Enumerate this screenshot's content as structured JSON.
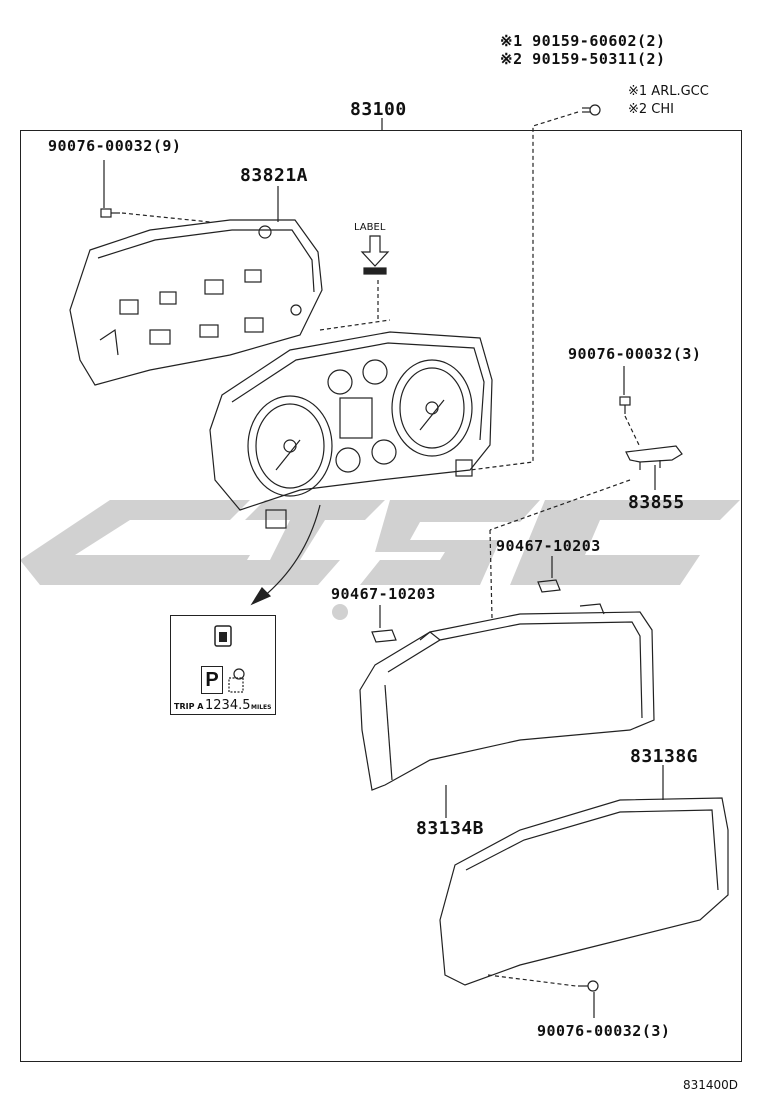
{
  "diagram_id": "831400D",
  "assembly_number": "83100",
  "notes": {
    "bolt_line_1": "※1 90159-60602(2)",
    "bolt_line_2": "※2 90159-50311(2)",
    "legend_1": "※1  ARL.GCC",
    "legend_2": "※2  CHI"
  },
  "parts": {
    "screw_top_left": "90076-00032(9)",
    "housing": "83821A",
    "label_text": "LABEL",
    "screw_right": "90076-00032(3)",
    "bracket": "83855",
    "clip_right": "90467-10203",
    "clip_left": "90467-10203",
    "case": "83134B",
    "glass": "83138G",
    "screw_bottom": "90076-00032(3)"
  },
  "inset_display": {
    "gear_letter": "P",
    "trip_label": "TRIP A",
    "odometer_value": "1234.5",
    "odometer_unit": "MILES"
  },
  "colors": {
    "line": "#222222",
    "watermark": "#c8c8c8"
  }
}
